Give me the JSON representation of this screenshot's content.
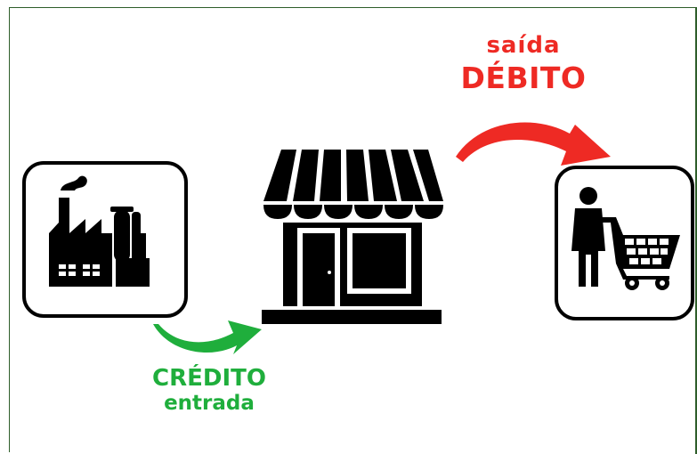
{
  "labels": {
    "exit_word": "saída",
    "debit": "DÉBITO",
    "credit": "CRÉDITO",
    "entry_word": "entrada"
  },
  "colors": {
    "debit": "#ee2a24",
    "credit": "#1fae3c",
    "frame": "#2e5e2a",
    "icon": "#000000"
  },
  "icons": {
    "source": "factory-icon",
    "middle": "store-icon",
    "destination": "shopper-cart-icon",
    "credit_arrow": "green-arrow",
    "debit_arrow": "red-arrow"
  }
}
